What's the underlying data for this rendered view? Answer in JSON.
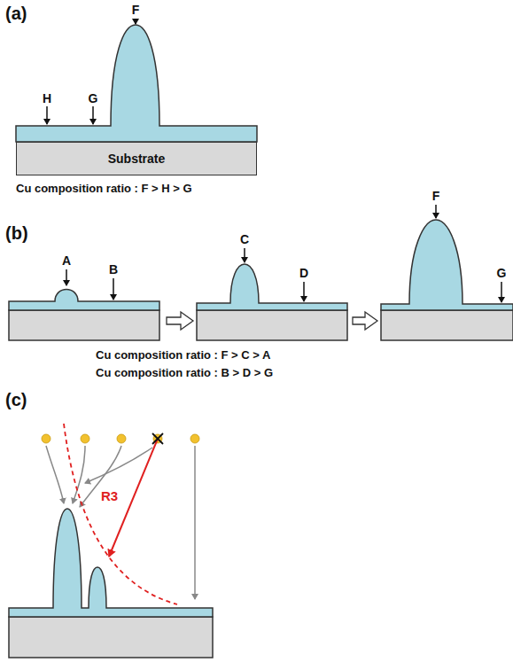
{
  "diagram": {
    "nodes": [
      {
        "text": [
          "Substrate"
        ]
      }
    ],
    "labels": [
      "(a)",
      "F",
      "H",
      "G",
      "Cu composition ratio : F > H > G",
      "(b)",
      "A",
      "B",
      "C",
      "D",
      "F",
      "G",
      "Cu composition ratio : F > C > A",
      "Cu composition ratio : B > D > G",
      "(c)",
      "R3"
    ]
  }
}
